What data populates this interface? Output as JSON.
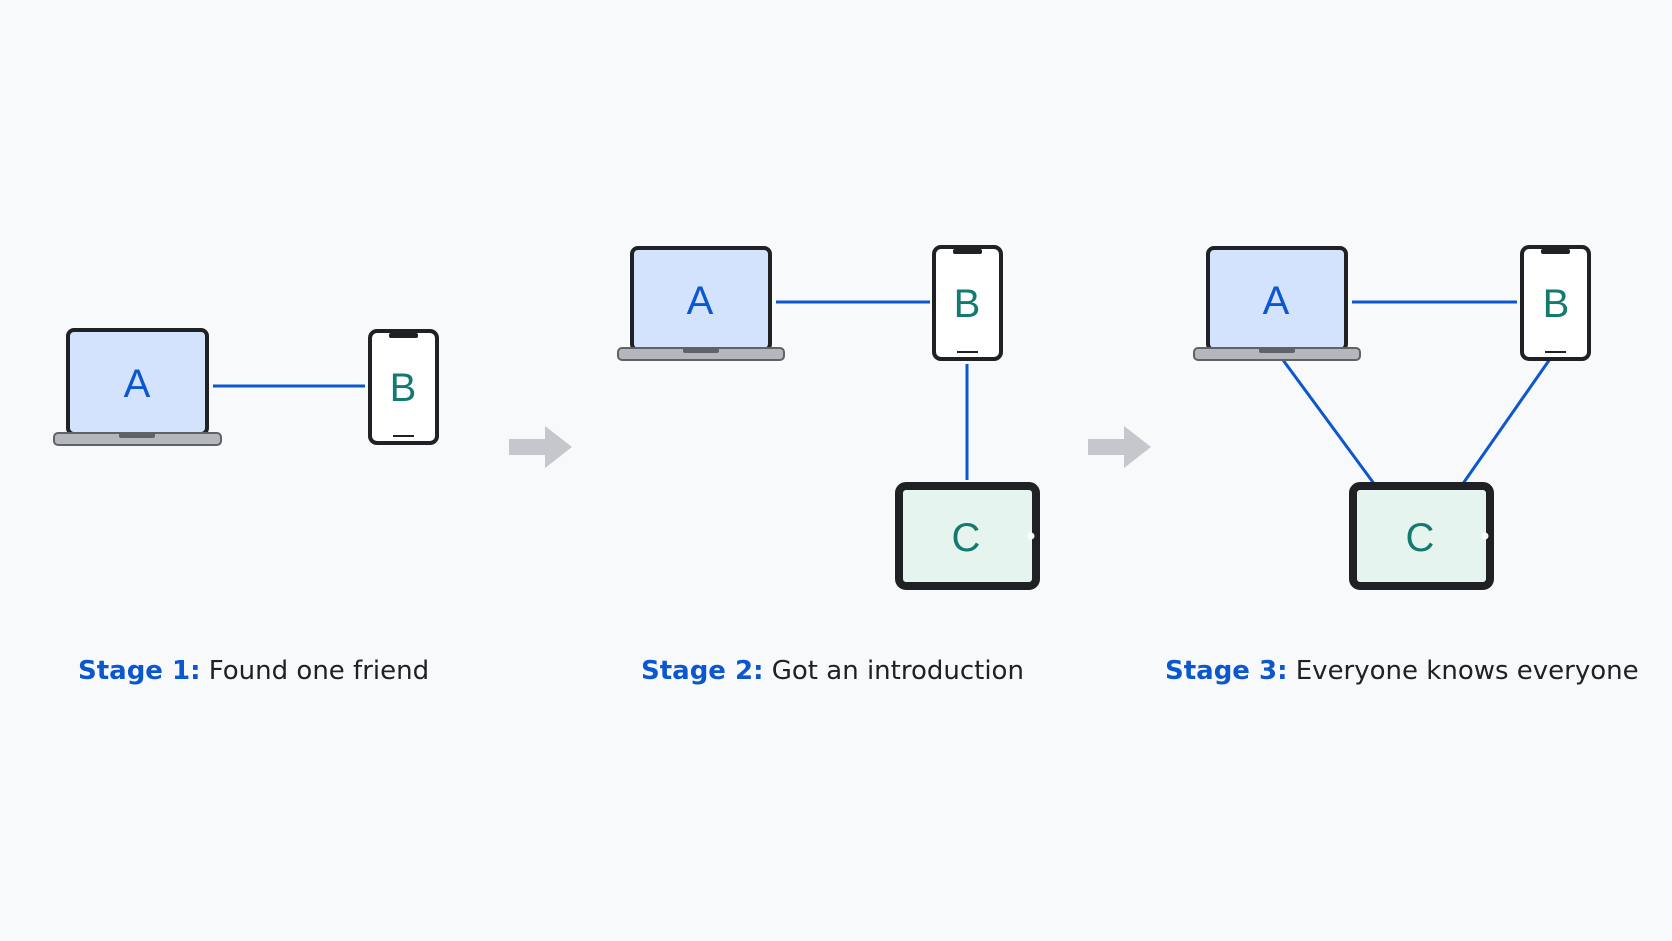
{
  "stages": [
    {
      "prefix": "Stage 1:",
      "text": "Found one friend",
      "nodes": {
        "a": "A",
        "b": "B"
      }
    },
    {
      "prefix": "Stage 2:",
      "text": "Got an introduction",
      "nodes": {
        "a": "A",
        "b": "B",
        "c": "C"
      }
    },
    {
      "prefix": "Stage 3:",
      "text": "Everyone knows everyone",
      "nodes": {
        "a": "A",
        "b": "B",
        "c": "C"
      }
    }
  ],
  "colors": {
    "background": "#f8f9fa",
    "accent": "#0b57d0",
    "teal": "#137a70",
    "device_outline": "#202124",
    "laptop_screen": "#d3e3fd",
    "tablet_screen": "#e6f4ef",
    "phone_screen": "#ffffff",
    "laptop_base": "#b4b8bd",
    "arrow": "#c4c7cc",
    "caption_text": "#202124"
  },
  "icons": {
    "laptop": "laptop-icon",
    "phone": "phone-icon",
    "tablet": "tablet-icon",
    "arrow": "arrow-right-icon"
  }
}
